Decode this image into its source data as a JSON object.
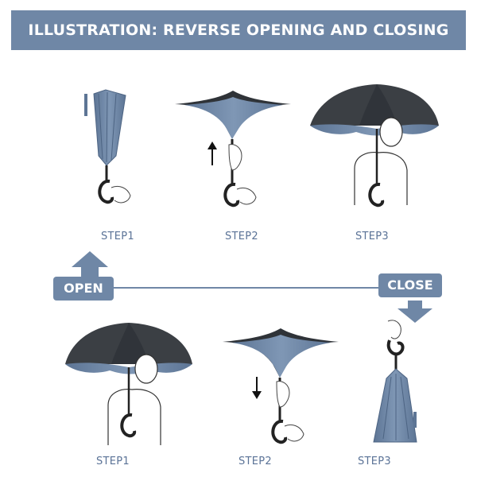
{
  "title": "ILLUSTRATION: REVERSE OPENING AND CLOSING",
  "top_row": {
    "step1": "STEP1",
    "step2": "STEP2",
    "step3": "STEP3"
  },
  "bottom_row": {
    "step1": "STEP1",
    "step2": "STEP2",
    "step3": "STEP3"
  },
  "open_label": "OPEN",
  "close_label": "CLOSE",
  "colors": {
    "banner": "#6f87a6",
    "umbrella_fabric": "#6f87a6",
    "umbrella_dark": "#3b3f44",
    "label_text": "#5b7397"
  }
}
